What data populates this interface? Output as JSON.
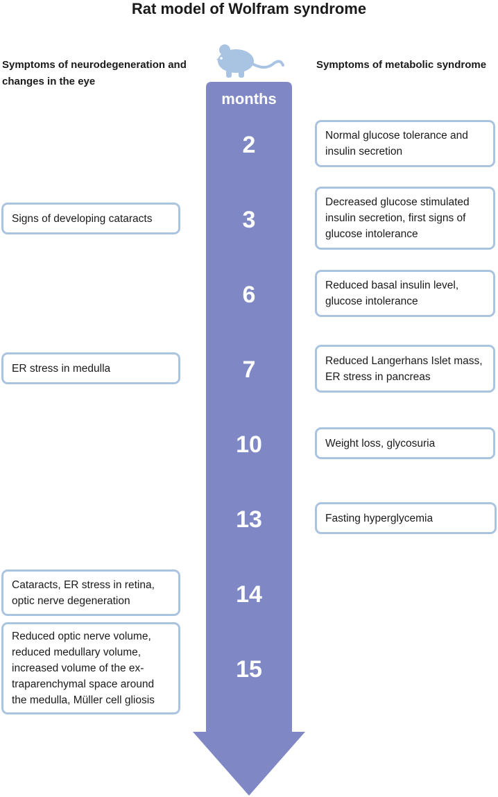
{
  "title": "Rat model of Wolfram syndrome",
  "left_heading": "Symptoms of neurodegeneration and changes in the eye",
  "right_heading": "Symptoms of metabolic syndrome",
  "axis_label": "months",
  "months": [
    "2",
    "3",
    "6",
    "7",
    "10",
    "13",
    "14",
    "15"
  ],
  "left_boxes": [
    {
      "month": "3",
      "text": "Signs of developing cataracts"
    },
    {
      "month": "7",
      "text": "ER stress in medulla"
    },
    {
      "month": "14",
      "text": "Cataracts, ER stress in retina, optic nerve degeneration"
    },
    {
      "month": "15",
      "text": "Reduced optic nerve volume, reduced medullary volume, increased  volume of the ex-traparenchymal space around the medulla, Müller cell gliosis"
    }
  ],
  "right_boxes": [
    {
      "month": "2",
      "text": "Normal glucose tolerance and insulin secretion"
    },
    {
      "month": "3",
      "text": "Decreased glucose stimulated insulin secretion, first signs of glucose intolerance"
    },
    {
      "month": "6",
      "text": "Reduced basal insulin level, glucose intolerance"
    },
    {
      "month": "7",
      "text": "Reduced Langerhans Islet mass, ER stress in pancreas"
    },
    {
      "month": "10",
      "text": "Weight loss, glycosuria"
    },
    {
      "month": "13",
      "text": "Fasting hyperglycemia"
    }
  ],
  "colors": {
    "arrow": "#7f88c5",
    "rat": "#a9c4e2",
    "box_border": "#aac4e0"
  },
  "icons": {
    "rat": "rat-icon"
  }
}
